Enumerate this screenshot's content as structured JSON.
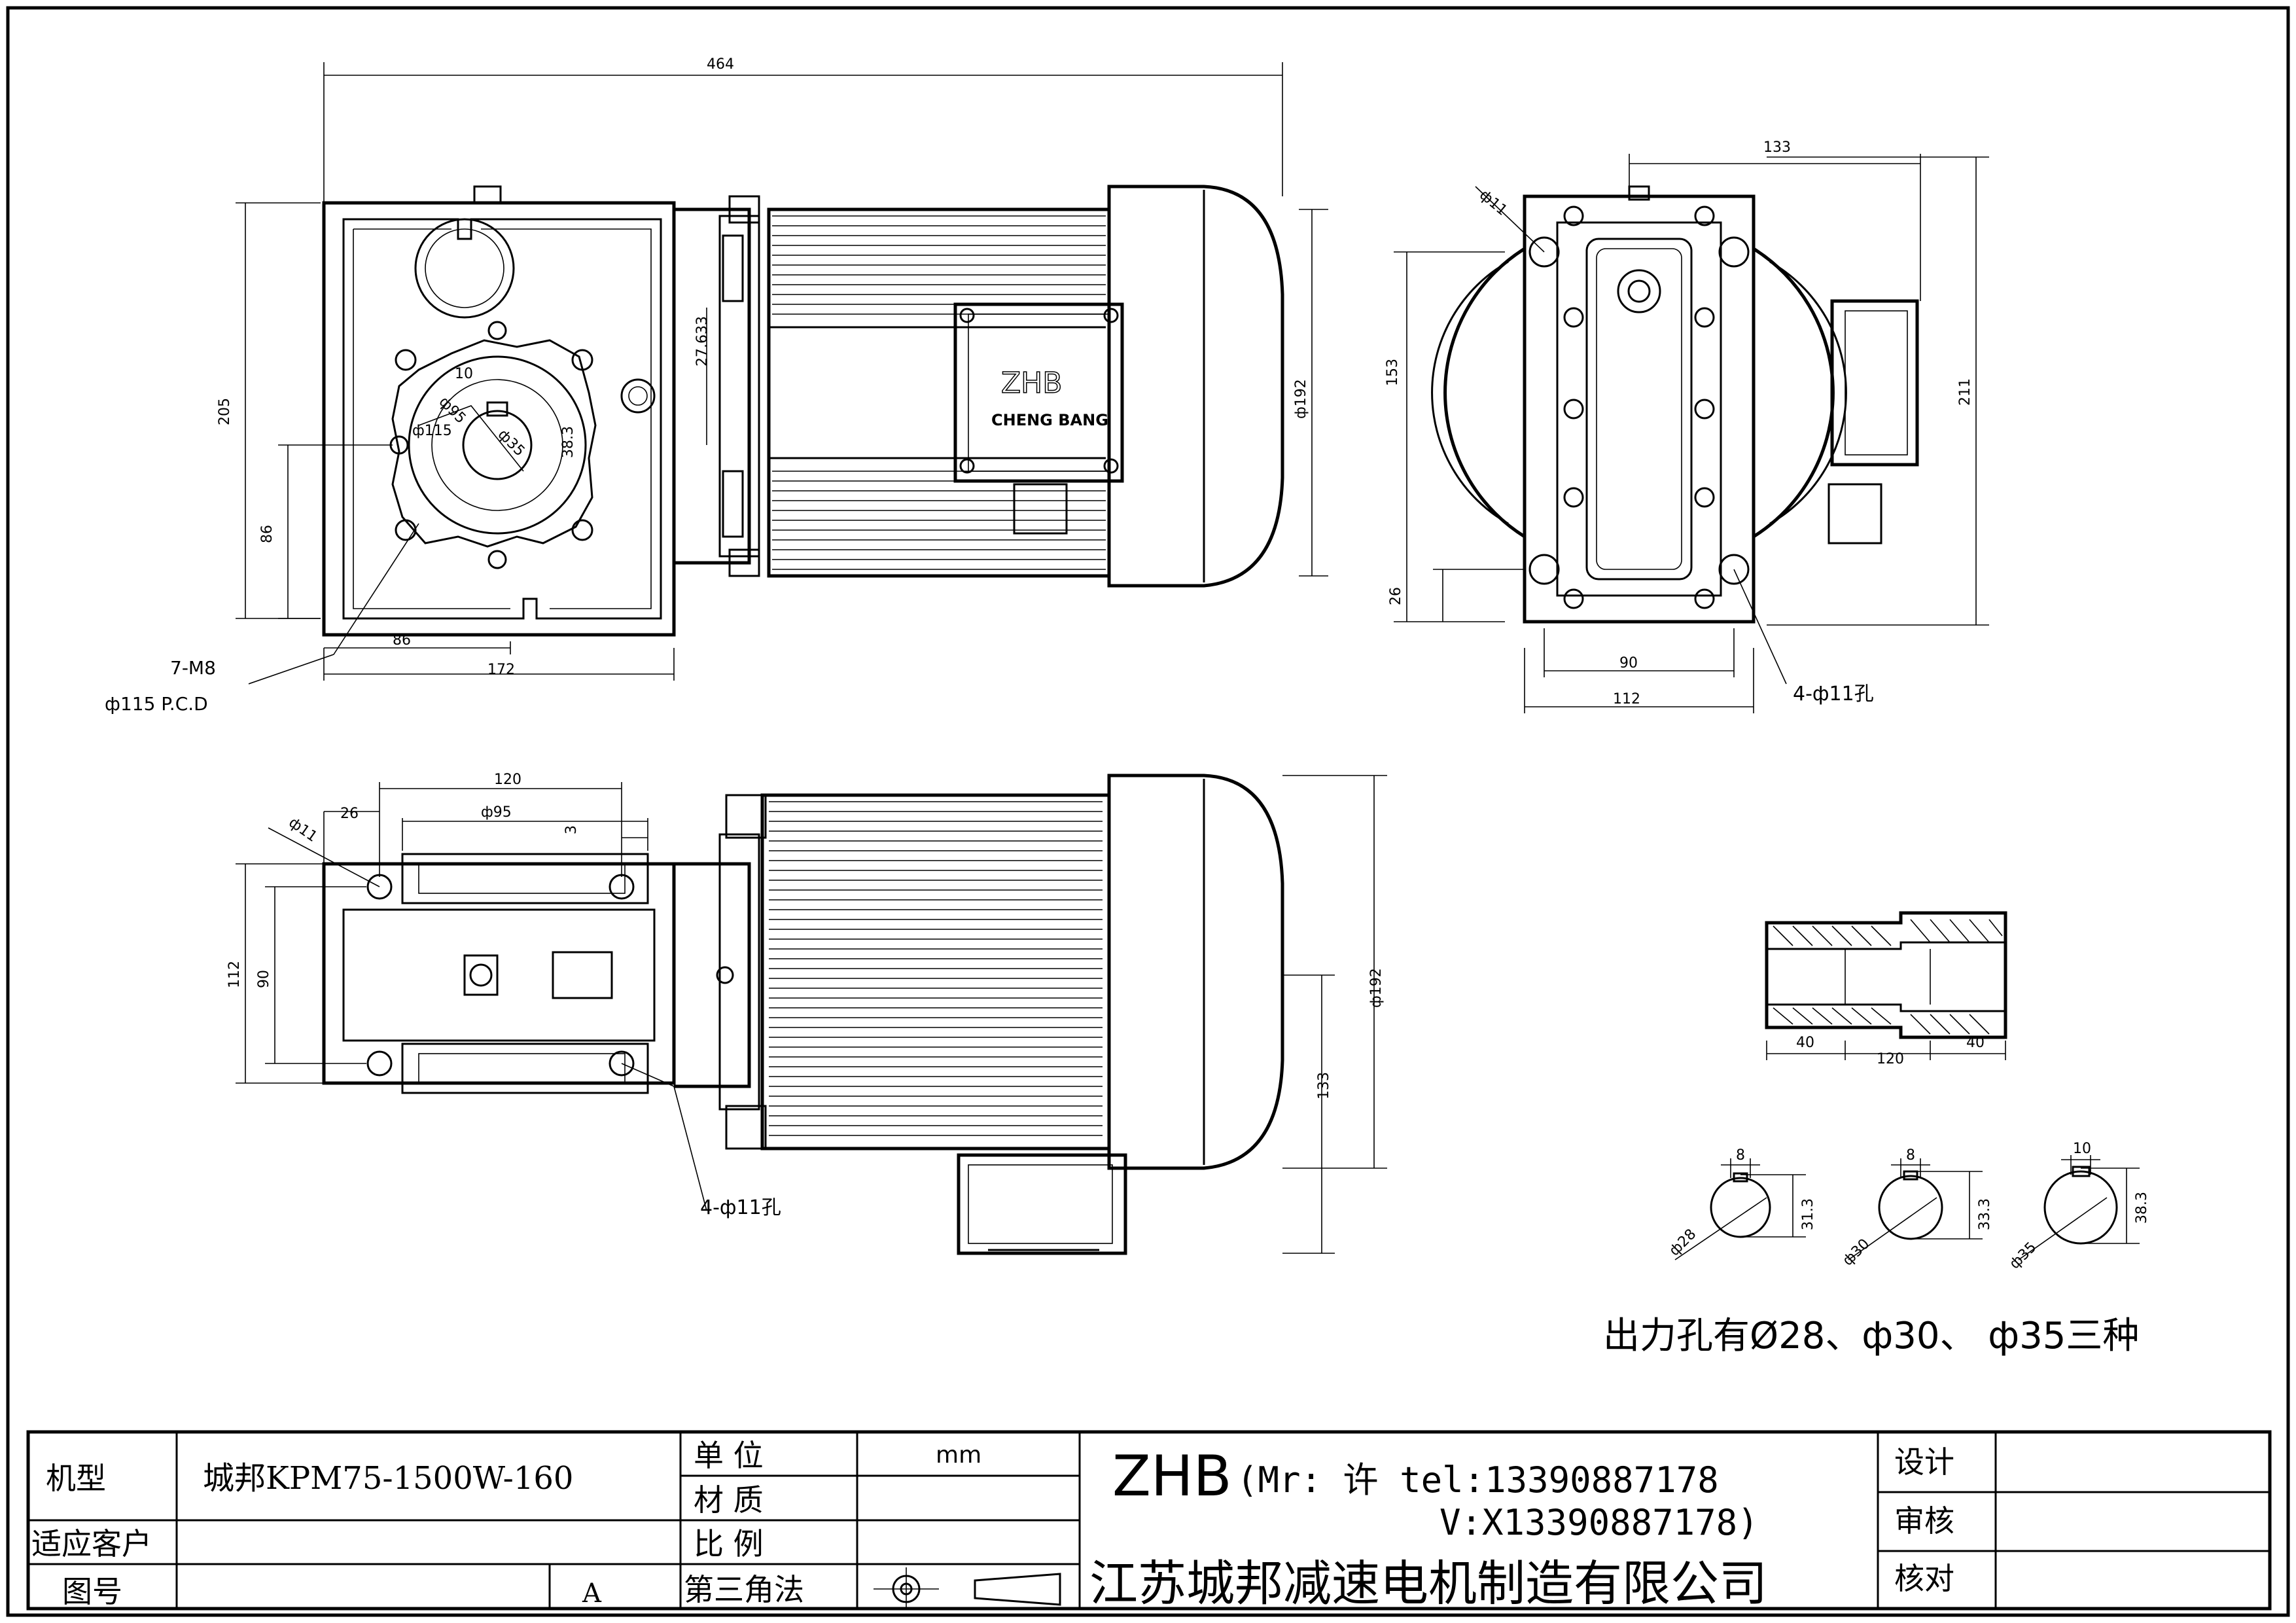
{
  "dimensions": {
    "front": {
      "d464": "464",
      "d205": "205",
      "d86v": "86",
      "d86h": "86",
      "d172": "172",
      "d27": "27.633",
      "d192": "ф192",
      "d10": "10",
      "d38": "38.3",
      "phi35": "ф35",
      "phi115": "ф115",
      "phi95": "ф95",
      "m8": "7-M8",
      "pcd": "ф115 P.C.D"
    },
    "side": {
      "d133": "133",
      "d153": "153",
      "d211": "211",
      "d26": "26",
      "d90": "90",
      "d112": "112",
      "phi11": "ф11",
      "holes": "4-ф11孔"
    },
    "bottom": {
      "d120": "120",
      "d26": "26",
      "phi95": "ф95",
      "d3": "3",
      "phi11": "ф11",
      "d112": "112",
      "d90": "90",
      "d133": "133",
      "phi192": "ф192",
      "holes": "4-ф11孔"
    },
    "sleeve": {
      "d40a": "40",
      "d120": "120",
      "d40b": "40"
    },
    "bores": [
      {
        "w": "8",
        "h": "31.3",
        "d": "ф28"
      },
      {
        "w": "8",
        "h": "33.3",
        "d": "ф30"
      },
      {
        "w": "10",
        "h": "38.3",
        "d": "ф35"
      }
    ]
  },
  "labels": {
    "zhb": "ZHB",
    "cheng_bang": "CHENG BANG",
    "output_note": "出力孔有Ø28、ф30、 ф35三种"
  },
  "title_block": {
    "model_label": "机型",
    "model_value": "城邦KPM75-1500W-160",
    "customer_label": "适应客户",
    "drawing_no_label": "图号",
    "revision": "A",
    "unit_label": "单 位",
    "unit_value": "mm",
    "material_label": "材 质",
    "scale_label": "比 例",
    "projection_label": "第三角法",
    "company_brand": "ZHB",
    "contact_1": "(Mr: 许 tel:13390887178",
    "contact_2": "V:X13390887178)",
    "company_name": "江苏城邦减速电机制造有限公司",
    "design_label": "设计",
    "review_label": "审核",
    "check_label": "核对"
  }
}
